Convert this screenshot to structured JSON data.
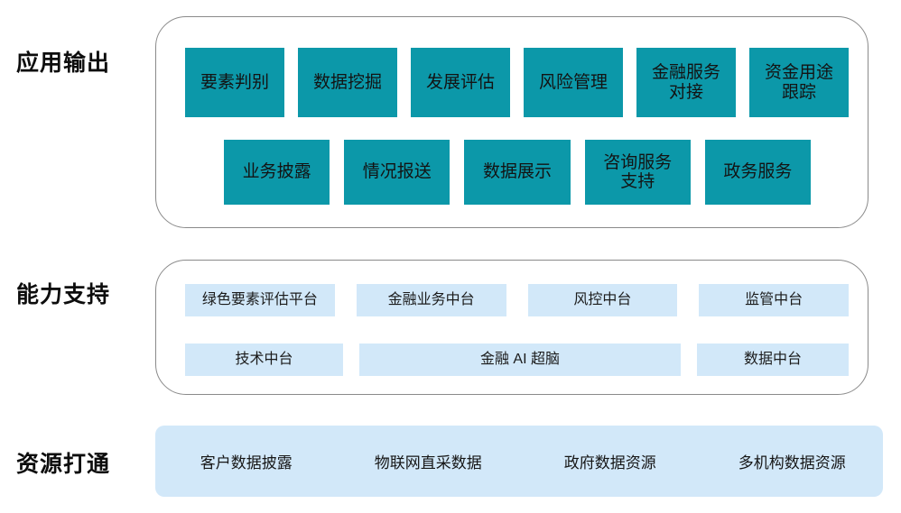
{
  "rows": [
    {
      "label": "应用输出"
    },
    {
      "label": "能力支持"
    },
    {
      "label": "资源打通"
    }
  ],
  "colors": {
    "teal": "#0c98a9",
    "light_blue": "#d2e8f9",
    "panel_border": "#8a8a8a",
    "text": "#131313"
  },
  "application_output": {
    "row1": [
      {
        "label": "要素判别"
      },
      {
        "label": "数据挖掘"
      },
      {
        "label": "发展评估"
      },
      {
        "label": "风险管理"
      },
      {
        "label": "金融服务\n对接"
      },
      {
        "label": "资金用途\n跟踪"
      }
    ],
    "row2": [
      {
        "label": "业务披露"
      },
      {
        "label": "情况报送"
      },
      {
        "label": "数据展示"
      },
      {
        "label": "咨询服务\n支持"
      },
      {
        "label": "政务服务"
      }
    ]
  },
  "capability_support": {
    "row1": [
      {
        "label": "绿色要素评估平台"
      },
      {
        "label": "金融业务中台"
      },
      {
        "label": "风控中台"
      },
      {
        "label": "监管中台"
      }
    ],
    "row2": [
      {
        "label": "技术中台"
      },
      {
        "label": "金融 AI 超脑"
      },
      {
        "label": "数据中台"
      }
    ]
  },
  "resource_integration": {
    "items": [
      {
        "label": "客户数据披露"
      },
      {
        "label": "物联网直采数据"
      },
      {
        "label": "政府数据资源"
      },
      {
        "label": "多机构数据资源"
      }
    ]
  }
}
